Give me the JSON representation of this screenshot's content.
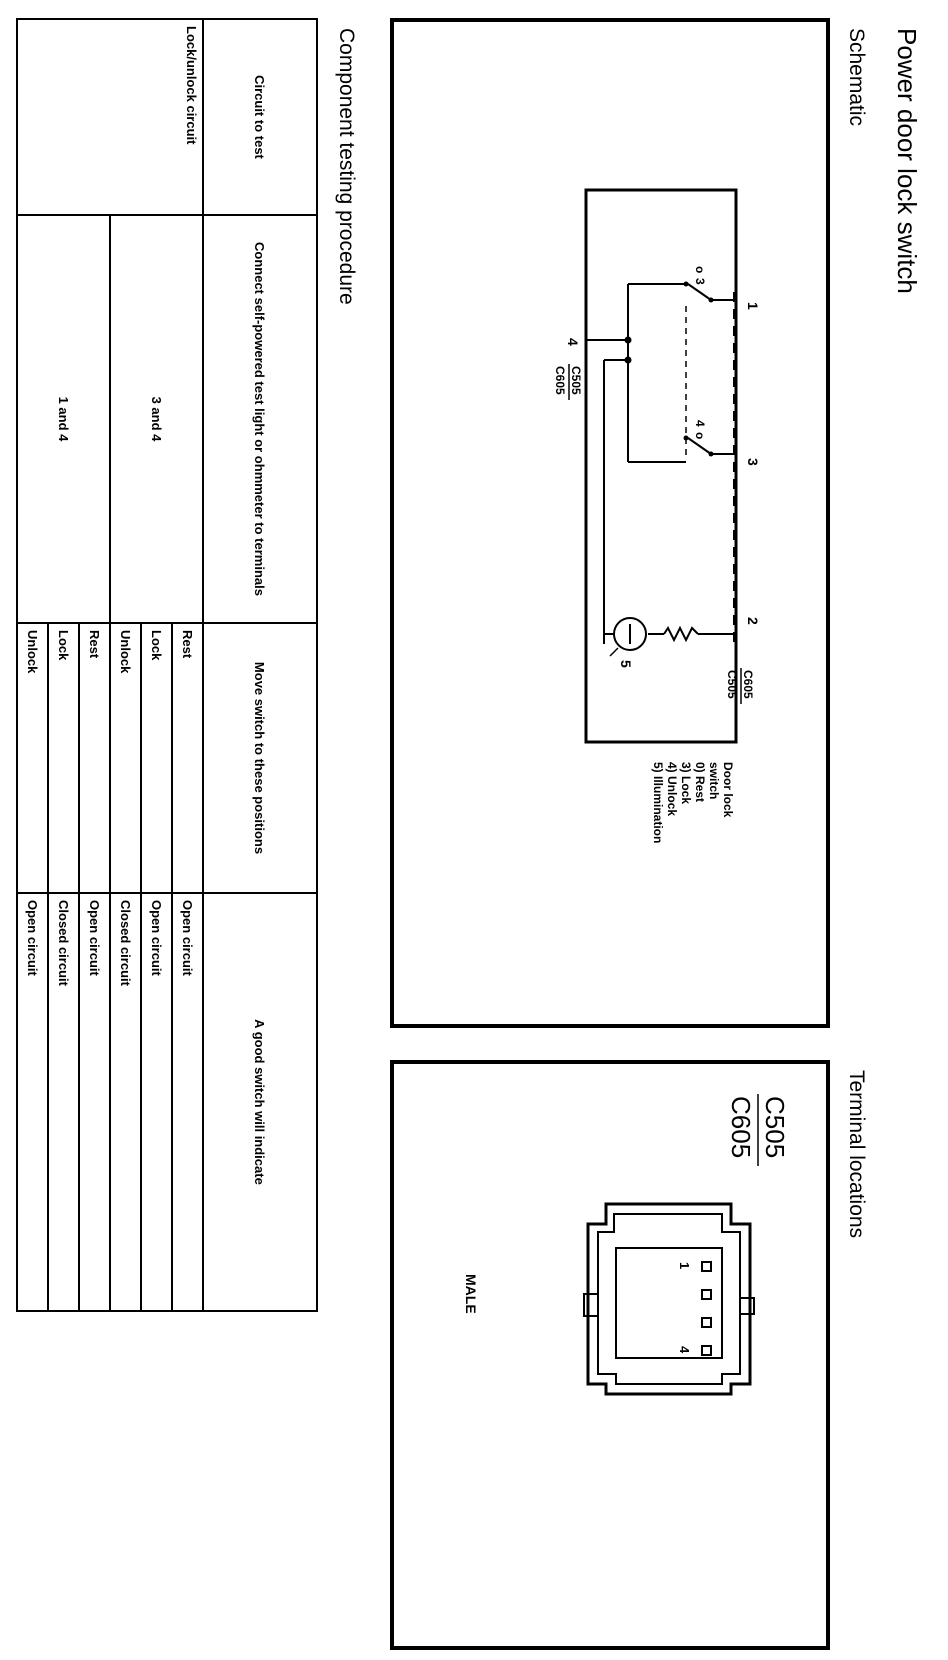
{
  "title": "Power door lock switch",
  "schematic": {
    "heading": "Schematic",
    "terminals": [
      "1",
      "3",
      "2",
      "4",
      "5"
    ],
    "contacts_upper": [
      "o",
      "3"
    ],
    "contacts_lower": [
      "4",
      "o"
    ],
    "connector_top": [
      "C605",
      "C505"
    ],
    "connector_bottom": [
      "C505",
      "C605"
    ],
    "legend": [
      "Door lock",
      "switch",
      "0)  Rest",
      "3)  Lock",
      "4)  Unlock",
      "5)  Illumination"
    ]
  },
  "terminal_locations": {
    "heading": "Terminal locations",
    "connector_top": "C505",
    "connector_bottom": "C605",
    "pins": [
      "1",
      "4"
    ],
    "gender": "MALE"
  },
  "testing": {
    "heading": "Component testing procedure",
    "headers": [
      "Circuit to test",
      "Connect self-powered test light or ohmmeter to terminals",
      "Move switch to these positions",
      "A good switch will indicate"
    ],
    "circuit": "Lock/unlock circuit",
    "groups": [
      {
        "terminals": "3 and 4",
        "rows": [
          {
            "position": "Rest",
            "result": "Open circuit"
          },
          {
            "position": "Lock",
            "result": "Open circuit"
          },
          {
            "position": "Unlock",
            "result": "Closed circuit"
          }
        ]
      },
      {
        "terminals": "1 and 4",
        "rows": [
          {
            "position": "Rest",
            "result": "Open circuit"
          },
          {
            "position": "Lock",
            "result": "Closed circuit"
          },
          {
            "position": "Unlock",
            "result": "Open circuit"
          }
        ]
      }
    ]
  }
}
